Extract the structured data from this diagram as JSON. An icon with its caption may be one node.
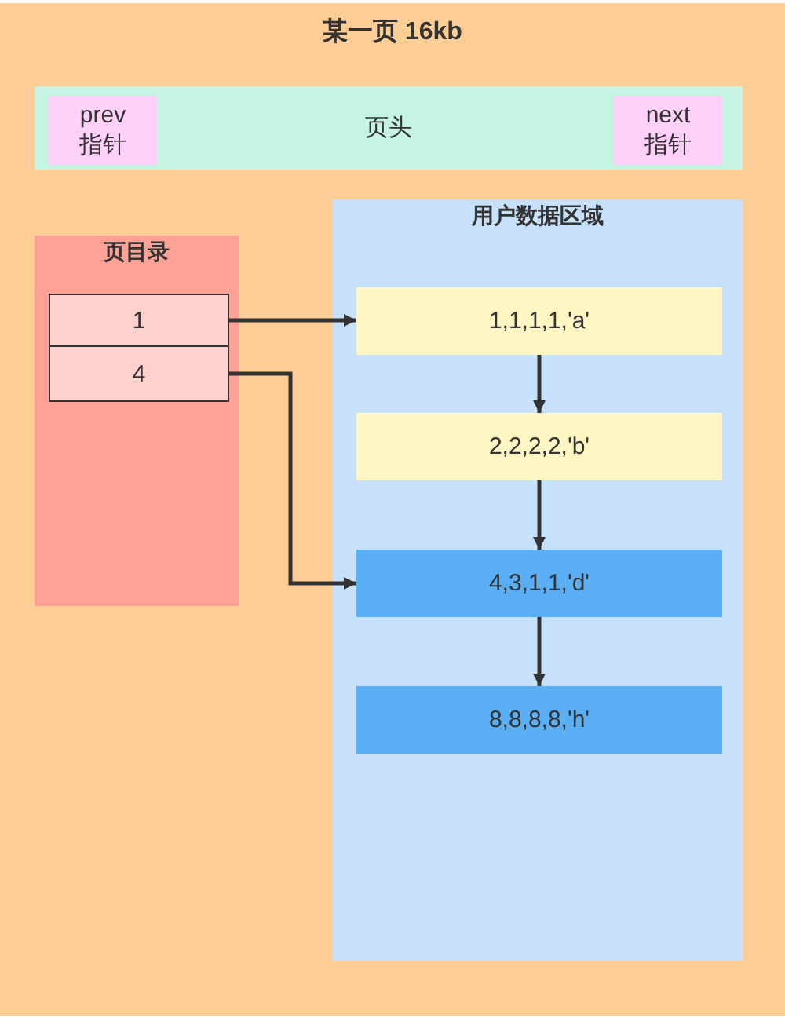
{
  "diagram": {
    "nodes": [
      {
        "text": [
          "某一页 16kb"
        ]
      },
      {
        "text": [
          "页头"
        ],
        "in": 0
      },
      {
        "text": [
          "prev 指针"
        ],
        "in": 1
      },
      {
        "text": [
          "next 指针"
        ],
        "in": 1
      },
      {
        "text": [
          "页目录"
        ],
        "in": 0
      },
      {
        "text": [
          "1"
        ],
        "in": 4
      },
      {
        "text": [
          "4"
        ],
        "in": 4
      },
      {
        "text": [
          "用户数据区域"
        ],
        "in": 0
      },
      {
        "text": [
          "1,1,1,1,'a'"
        ],
        "in": 7
      },
      {
        "text": [
          "2,2,2,2,'b'"
        ],
        "in": 7
      },
      {
        "text": [
          "4,3,1,1,'d'"
        ],
        "in": 7
      },
      {
        "text": [
          "8,8,8,8,'h'"
        ],
        "in": 7
      }
    ],
    "edges": [
      {
        "from": 5,
        "to": 8,
        "arrow": "to"
      },
      {
        "from": 6,
        "to": 10,
        "arrow": "to"
      },
      {
        "from": 8,
        "to": 9,
        "arrow": "to"
      },
      {
        "from": 9,
        "to": 10,
        "arrow": "to"
      },
      {
        "from": 10,
        "to": 11,
        "arrow": "to"
      }
    ]
  }
}
